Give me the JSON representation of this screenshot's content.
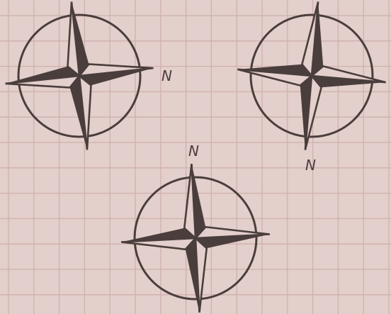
{
  "colors": {
    "background": "#e3cfcb",
    "grid_line": "#cfb1ad",
    "ink": "#4a3e3c"
  },
  "compasses": [
    {
      "id": "top-left",
      "north_label": "N",
      "north_direction": "right"
    },
    {
      "id": "top-right",
      "north_label": "N",
      "north_direction": "down"
    },
    {
      "id": "bottom-center",
      "north_label": "N",
      "north_direction": "up"
    }
  ]
}
